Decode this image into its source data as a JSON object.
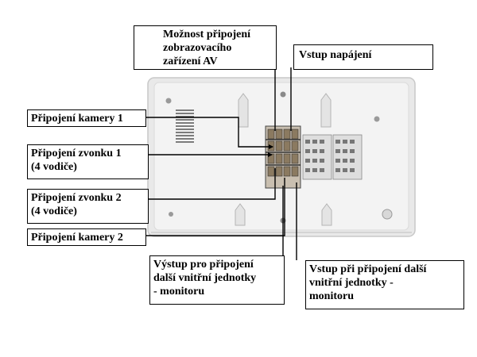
{
  "labels": {
    "av_line1": "Možnost připojení",
    "av_line2": "zobrazovacího",
    "av_line3": "zařízení AV",
    "power": "Vstup napájení",
    "camera1": "Připojení kamery 1",
    "bell1_line1": "Připojení zvonku 1",
    "bell1_line2": "(4 vodiče)",
    "bell2_line1": "Připojení zvonku 2",
    "bell2_line2": "(4 vodiče)",
    "camera2": "Připojení kamery  2",
    "out_line1": "Výstup pro připojení",
    "out_line2": "další vnitřní jednotky",
    "out_line3": "- monitoru",
    "in_line1": "Vstup při připojení další",
    "in_line2": "vnitřní jednotky -",
    "in_line3": "monitoru"
  },
  "icons": {
    "monitor": "monitor-icon",
    "power": "power-plug-icon"
  },
  "colors": {
    "device_body": "#efefef",
    "device_edge": "#cfcfcf",
    "connector_block": "#b9b0a2",
    "line": "#000000"
  }
}
